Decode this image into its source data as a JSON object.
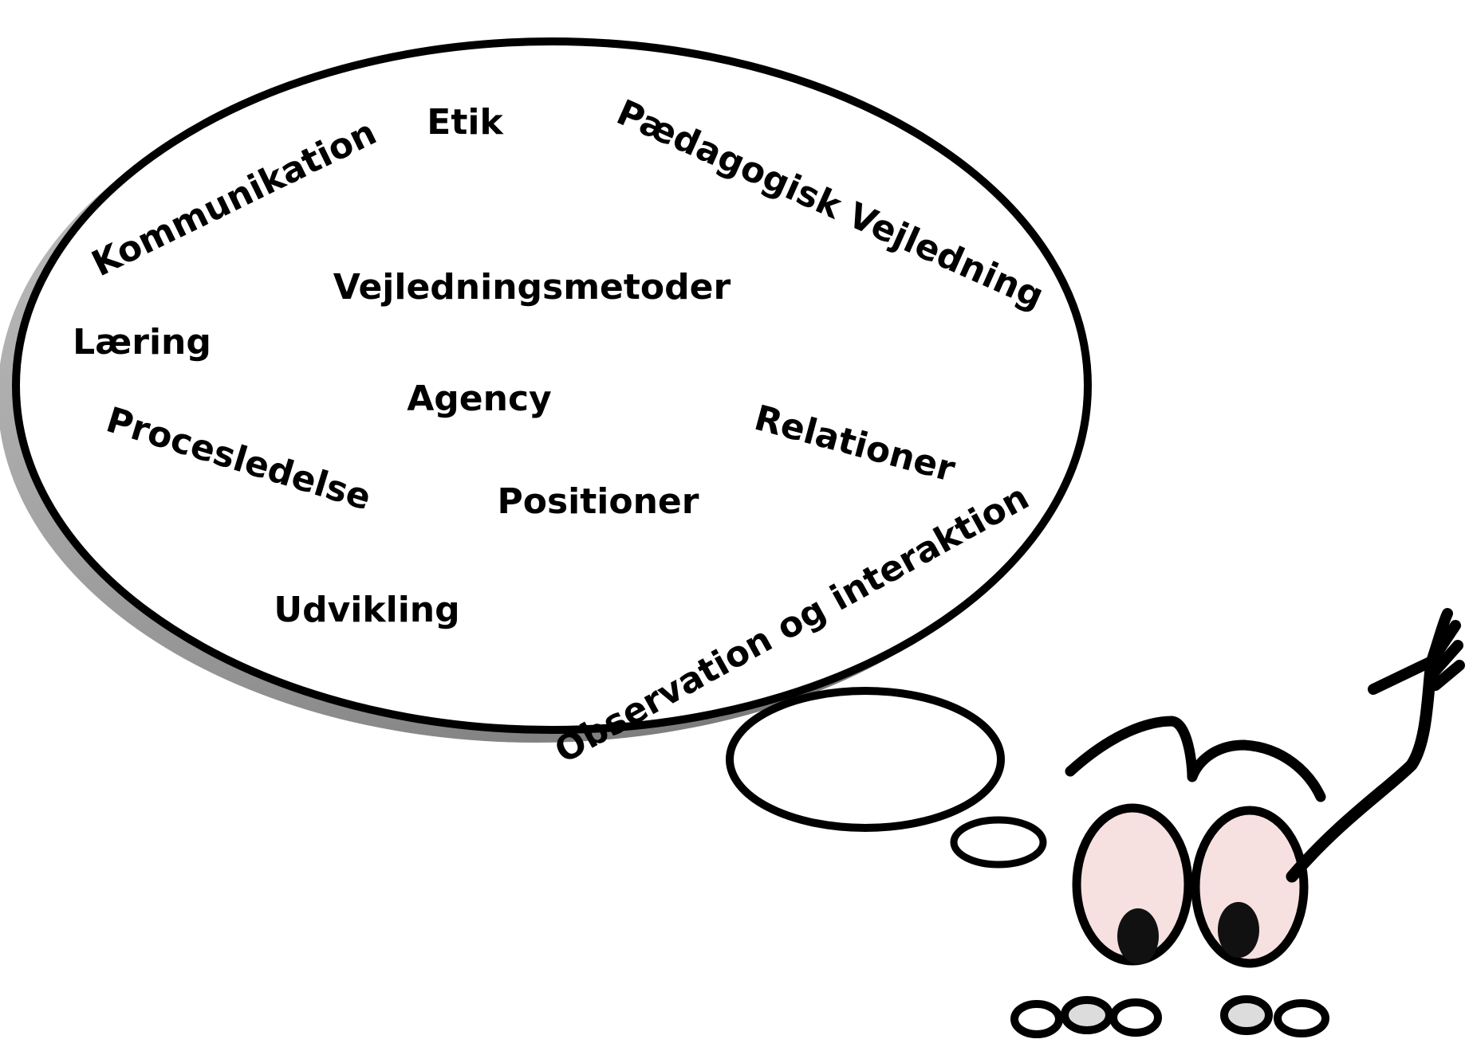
{
  "thought_bubble": {
    "words": [
      {
        "text": "Etik"
      },
      {
        "text": "Kommunikation"
      },
      {
        "text": "Pædagogisk Vejledning"
      },
      {
        "text": "Vejledningsmetoder"
      },
      {
        "text": "Læring"
      },
      {
        "text": "Agency"
      },
      {
        "text": "Procesledelse"
      },
      {
        "text": "Relationer"
      },
      {
        "text": "Positioner"
      },
      {
        "text": "Udvikling"
      },
      {
        "text": "Observation og interaktion"
      }
    ]
  },
  "colors": {
    "outline": "#000000",
    "bubble_fill": "#ffffff",
    "shadow": "#7a7a7a",
    "eye_fill": "#f6e0e0",
    "pupil": "#111111"
  }
}
